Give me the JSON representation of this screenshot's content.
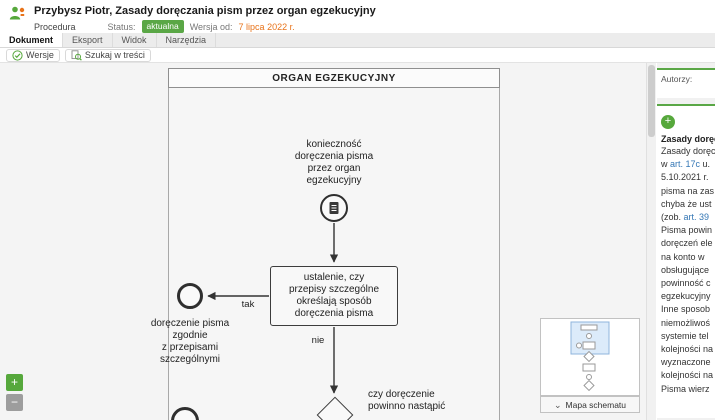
{
  "header": {
    "title": "Przybysz Piotr, Zasady doręczania pism przez organ egzekucyjny",
    "doc_type": "Procedura",
    "status_label": "Status:",
    "status_value": "aktualna",
    "version_label": "Wersja od:",
    "version_value": "7 lipca 2022 r."
  },
  "tabs": [
    {
      "label": "Dokument",
      "active": true
    },
    {
      "label": "Eksport",
      "active": false
    },
    {
      "label": "Widok",
      "active": false
    },
    {
      "label": "Narzędzia",
      "active": false
    }
  ],
  "toolbar": {
    "versions_label": "Wersje",
    "search_label": "Szukaj w treści"
  },
  "diagram": {
    "pool_title": "ORGAN EGZEKUCYJNY",
    "start_label": "konieczność\ndoręczenia pisma\nprzez organ\negzekucyjny",
    "task_label": "ustalenie, czy\nprzepisy szczególne\nokreślają sposób\ndoręczenia pisma",
    "branch_yes": "tak",
    "branch_no": "nie",
    "end_label": "doręczenie pisma\nzgodnie\nz przepisami\nszczególnymi",
    "gateway_label": "czy doręczenie\npowinno nastąpić"
  },
  "zoom_controls": {
    "zoom_in": "+",
    "zoom_out": "−"
  },
  "minimap": {
    "button_label": "Mapa schematu"
  },
  "icons": {
    "plus": "+",
    "chevron_down": "⌄"
  },
  "sidebar": {
    "authors_label": "Autorzy:",
    "heading": "Zasady doręc",
    "lines": [
      [
        {
          "t": "Zasady doręc"
        }
      ],
      [
        {
          "t": "w "
        },
        {
          "t": "art. 17c",
          "link": true
        },
        {
          "t": " u."
        }
      ],
      [
        {
          "t": "5.10.2021 r. "
        }
      ],
      [
        {
          "t": "pisma na zas"
        }
      ],
      [
        {
          "t": "chyba że ust"
        }
      ],
      [
        {
          "t": "(zob. "
        },
        {
          "t": "art. 39",
          "link": true
        },
        {
          "t": " "
        }
      ],
      [
        {
          "t": "Pisma powin"
        }
      ],
      [
        {
          "t": "doręczeń ele"
        }
      ],
      [
        {
          "t": "na konto w "
        }
      ],
      [
        {
          "t": "obsługujące"
        }
      ],
      [
        {
          "t": "powinność c"
        }
      ],
      [
        {
          "t": "egzekucyjny"
        }
      ],
      [
        {
          "t": "Inne sposob"
        }
      ],
      [
        {
          "t": "niemożliwoś"
        }
      ],
      [
        {
          "t": "systemie tel"
        }
      ],
      [
        {
          "t": "kolejności na"
        }
      ],
      [
        {
          "t": "wyznaczone"
        }
      ],
      [
        {
          "t": "kolejności na"
        }
      ],
      [
        {
          "t": "Pisma wierz"
        }
      ]
    ]
  },
  "colors": {
    "accent_green": "#5aa746",
    "accent_orange": "#e8731a",
    "link_blue": "#3577b5"
  }
}
